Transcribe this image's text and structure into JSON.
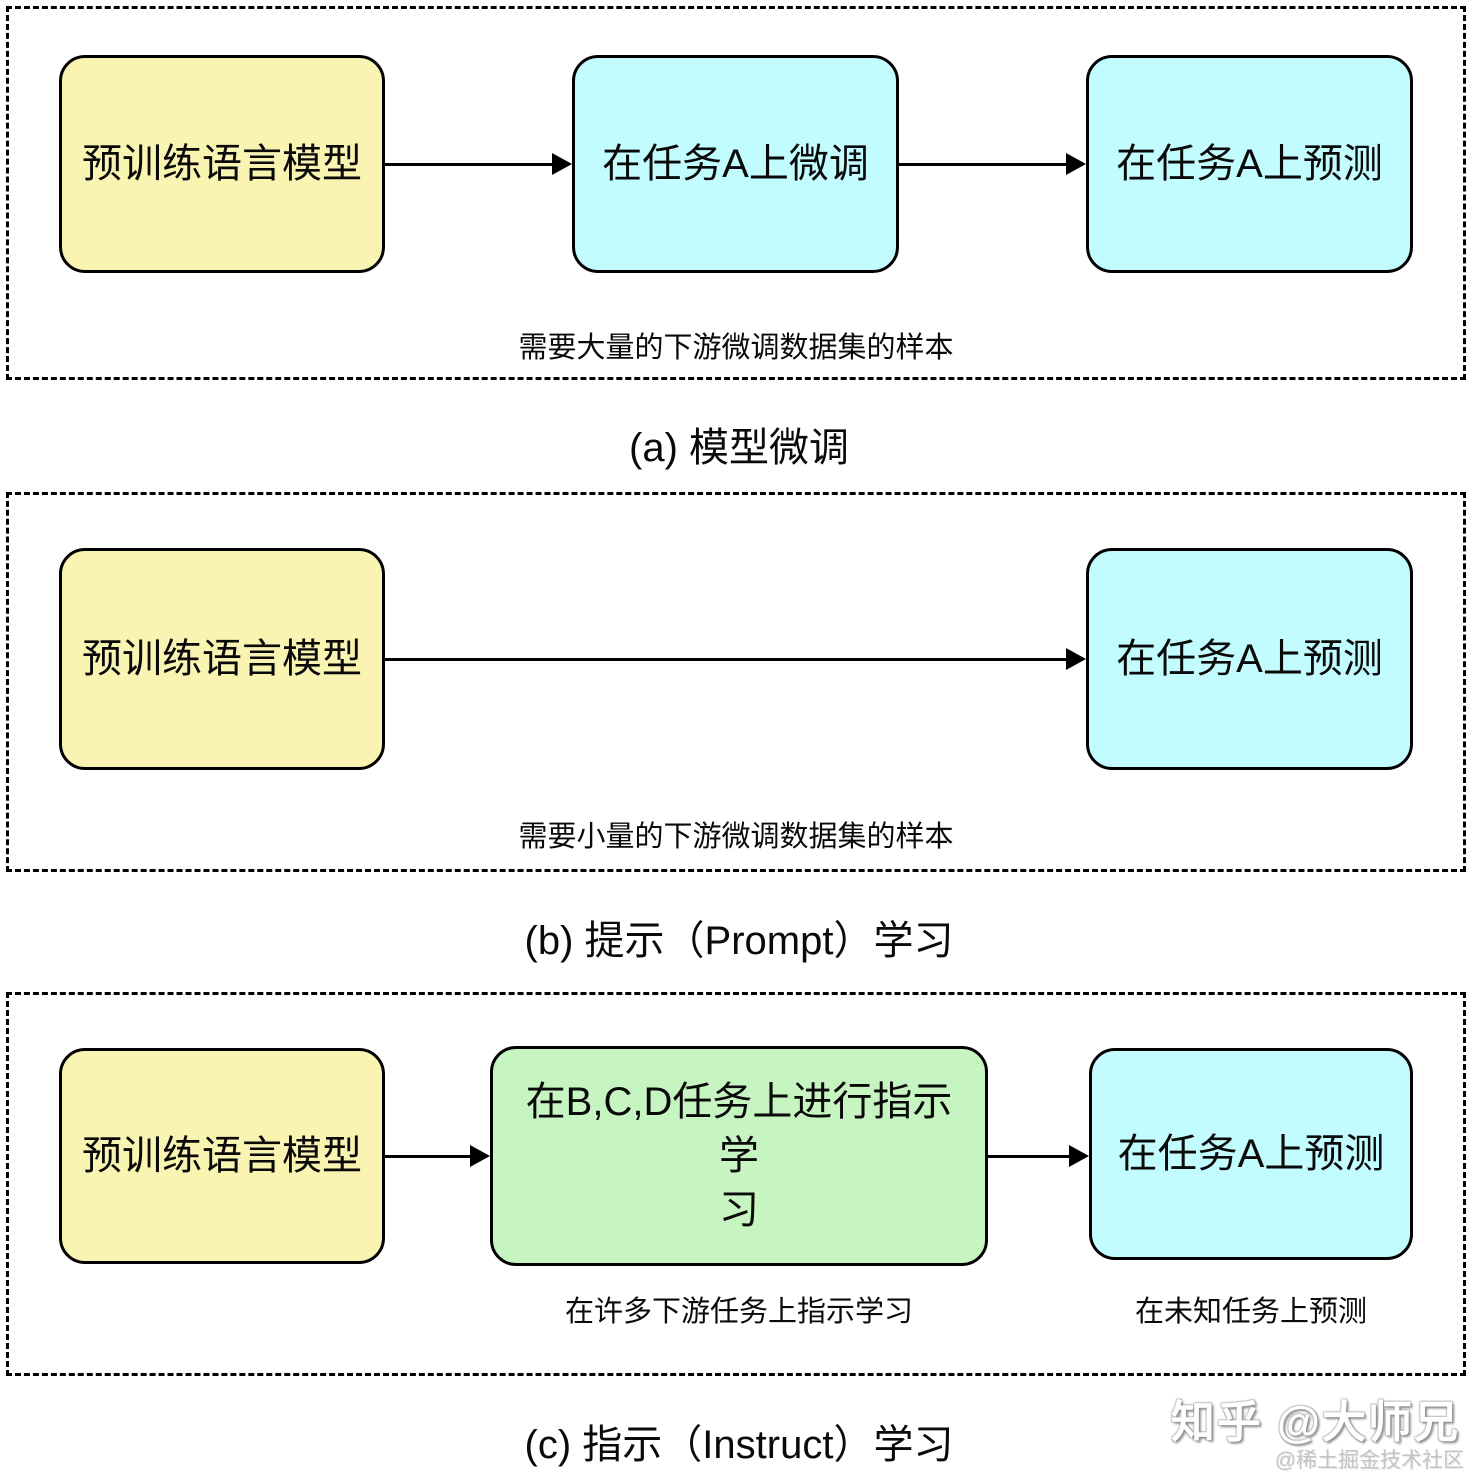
{
  "colors": {
    "pretrain_box_fill": "#FAF4B2",
    "task_box_fill": "#C2FCFE",
    "instruct_box_fill": "#C6F5C1",
    "line_and_border": "#000000",
    "text": "#0A0A0A",
    "watermark_main": "#FFFFFF",
    "watermark_sub": "#C4C4C4"
  },
  "sections": {
    "a": {
      "boxes": {
        "pretrain": "预训练语言模型",
        "finetune": "在任务A上微调",
        "predict": "在任务A上预测"
      },
      "caption": "需要大量的下游微调数据集的样本",
      "label": "(a) 模型微调"
    },
    "b": {
      "boxes": {
        "pretrain": "预训练语言模型",
        "predict": "在任务A上预测"
      },
      "caption": "需要小量的下游微调数据集的样本",
      "label": "(b) 提示（Prompt）学习"
    },
    "c": {
      "boxes": {
        "pretrain": "预训练语言模型",
        "instruct": "在B,C,D任务上进行指示学\n习",
        "predict": "在任务A上预测"
      },
      "caption_instruct": "在许多下游任务上指示学习",
      "caption_predict": "在未知任务上预测",
      "label": "(c) 指示（Instruct）学习"
    }
  },
  "watermark": {
    "main": "知乎 @大师兄",
    "sub": "@稀土掘金技术社区"
  }
}
